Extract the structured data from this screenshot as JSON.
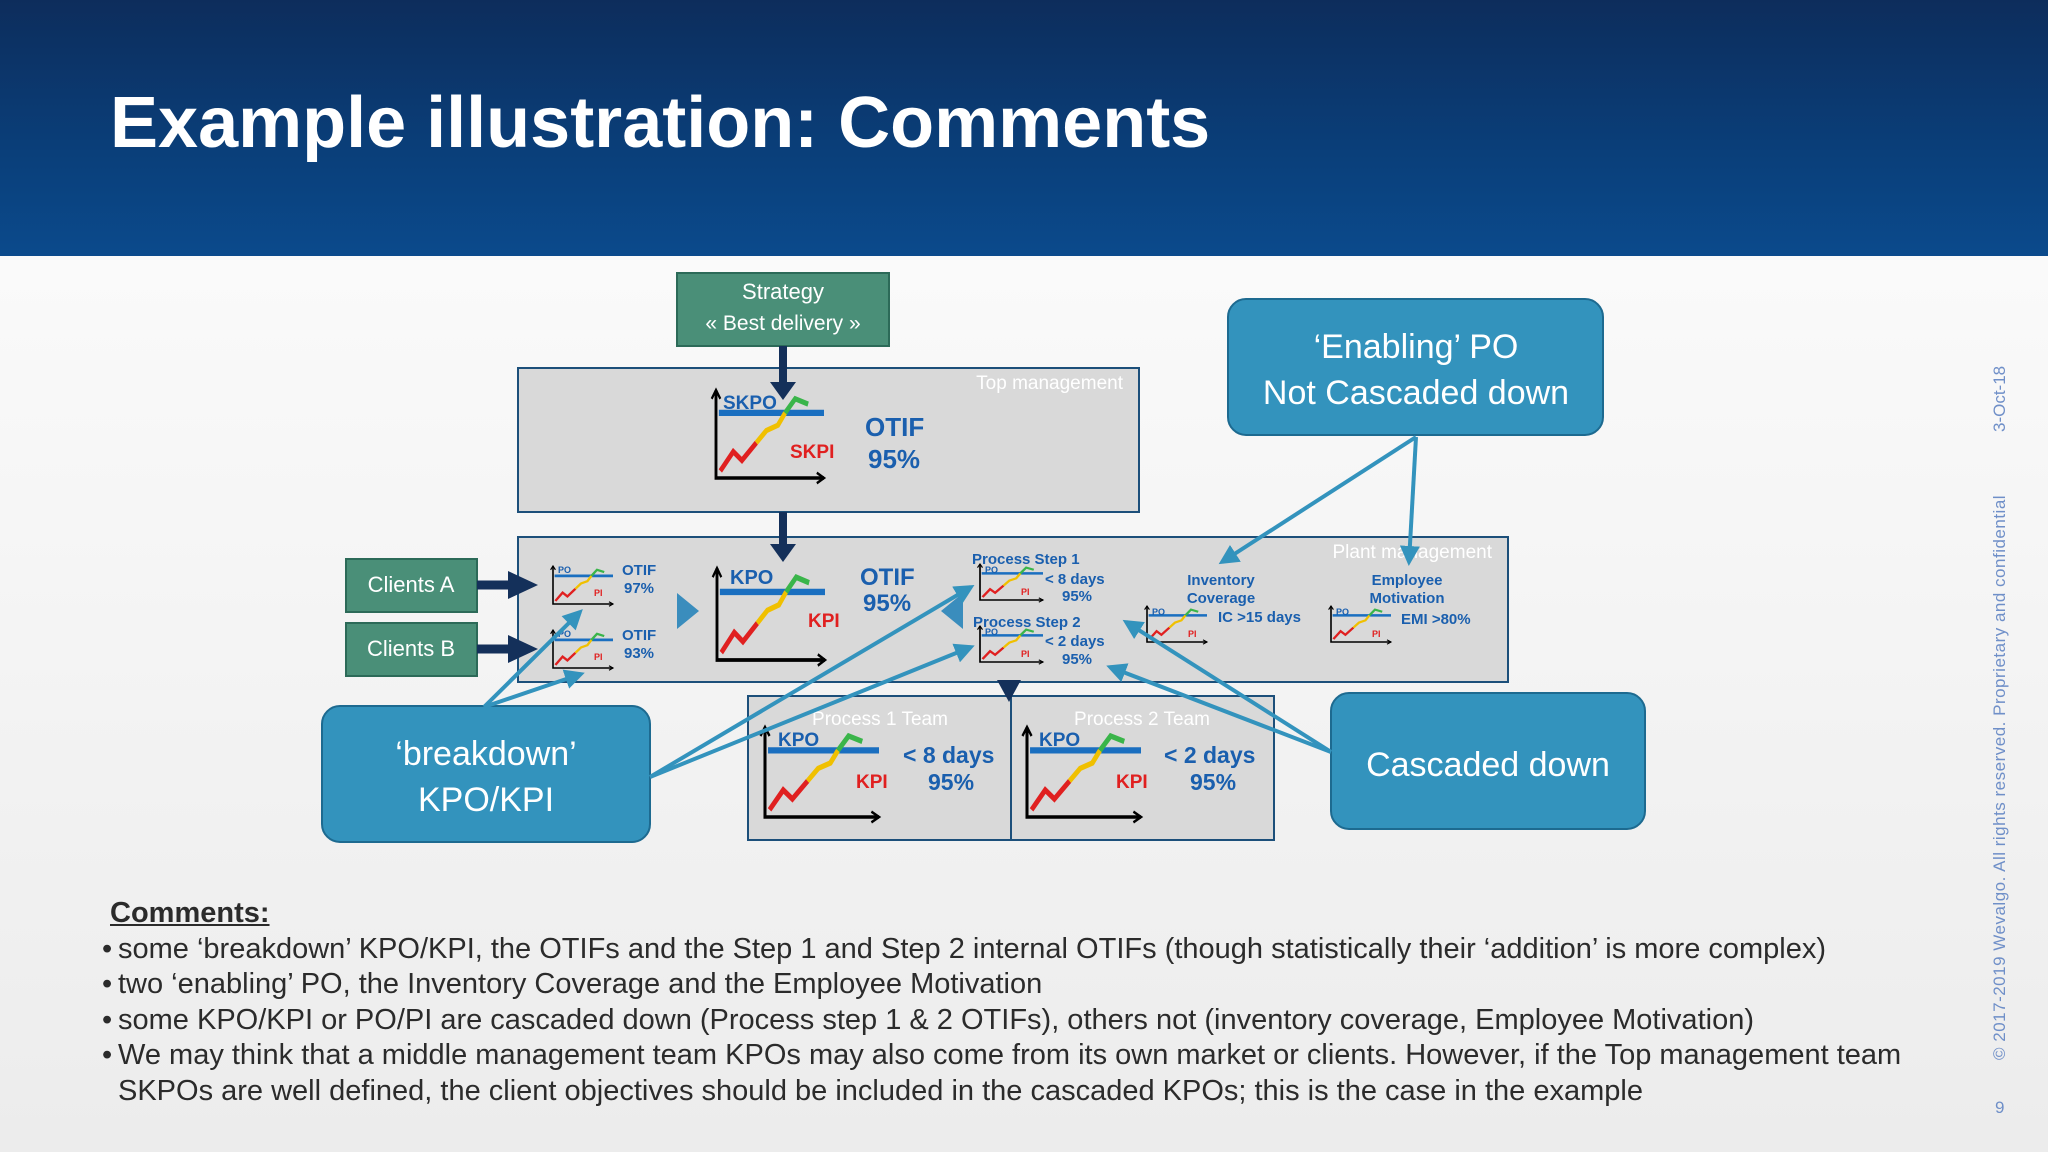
{
  "slide": {
    "title": "Example illustration: Comments",
    "date": "3-Oct-18",
    "copyright": "© 2017-2019 Wevalgo.  All rights reserved. Proprietary and confidential",
    "page_number": "9"
  },
  "diagram": {
    "strategy_line1": "Strategy",
    "strategy_line2": "« Best delivery »",
    "top_mgmt_label": "Top management",
    "plant_mgmt_label": "Plant management",
    "process1_label": "Process 1 Team",
    "process2_label": "Process 2 Team",
    "clients_a": "Clients A",
    "clients_b": "Clients B",
    "callout_enabling_1": "‘Enabling’ PO",
    "callout_enabling_2": "Not Cascaded down",
    "callout_breakdown_1": "‘breakdown’",
    "callout_breakdown_2": "KPO/KPI",
    "callout_cascaded": "Cascaded down",
    "top_skpo": "SKPO",
    "top_skpi": "SKPI",
    "top_metric": "OTIF",
    "top_value": "95%",
    "client_po": "PO",
    "client_pi": "PI",
    "client_a_metric": "OTIF",
    "client_a_value": "97%",
    "client_b_metric": "OTIF",
    "client_b_value": "93%",
    "plant_kpo": "KPO",
    "plant_kpi": "KPI",
    "plant_metric": "OTIF",
    "plant_value": "95%",
    "step1_label": "Process Step 1",
    "step1_metric": "< 8 days",
    "step1_value": "95%",
    "step2_label": "Process Step 2",
    "step2_metric": "< 2 days",
    "step2_value": "95%",
    "inventory_line1": "Inventory",
    "inventory_line2": "Coverage",
    "inventory_metric": "IC >15 days",
    "employee_line1": "Employee",
    "employee_line2": "Motivation",
    "employee_metric": "EMI >80%",
    "p1_kpo": "KPO",
    "p1_kpi": "KPI",
    "p1_metric": "< 8 days",
    "p1_value": "95%",
    "p2_kpo": "KPO",
    "p2_kpi": "KPI",
    "p2_metric": "< 2 days",
    "p2_value": "95%"
  },
  "comments": {
    "heading": "Comments:",
    "items": [
      "some ‘breakdown’ KPO/KPI, the OTIFs and the Step 1 and Step 2 internal OTIFs (though statistically their ‘addition’ is more complex)",
      "two ‘enabling’ PO, the Inventory Coverage and the Employee Motivation",
      "some KPO/KPI or PO/PI are cascaded down (Process step 1 & 2 OTIFs), others not (inventory coverage, Employee Motivation)",
      "We may think that a middle management team KPOs may also come from its own market or clients. However, if the Top management team SKPOs are well defined, the client objectives should be included in the cascaded KPOs; this is the case in the example"
    ]
  },
  "colors": {
    "header_dark": "#0d2d5c",
    "callout_blue": "#3393bd",
    "strategy_green": "#4a8f78",
    "navy_arrow": "#14305a",
    "target_blue": "#1a6fc0",
    "kpi_red": "#e02020",
    "kpi_yellow": "#f0c000",
    "kpi_green": "#3ab54a"
  }
}
